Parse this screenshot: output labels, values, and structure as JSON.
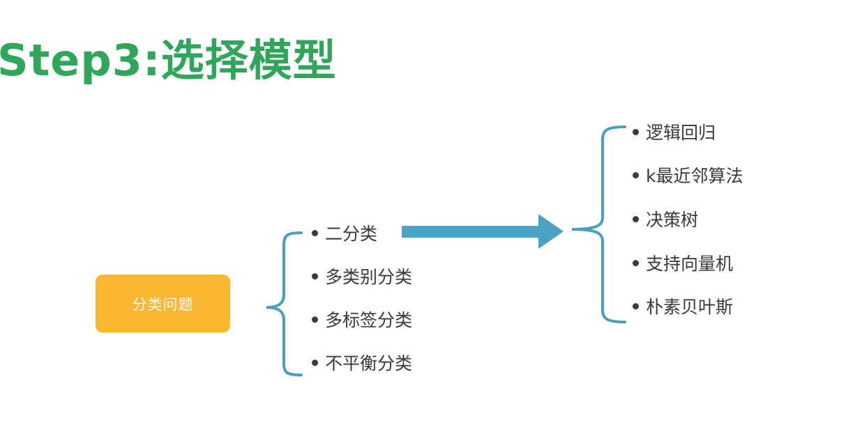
{
  "title": "Step3:选择模型",
  "root": {
    "label": "分类问题"
  },
  "problem_types": [
    {
      "label": "二分类"
    },
    {
      "label": "多类别分类"
    },
    {
      "label": "多标签分类"
    },
    {
      "label": "不平衡分类"
    }
  ],
  "models": [
    {
      "label": "逻辑回归"
    },
    {
      "label": "k最近邻算法"
    },
    {
      "label": "决策树"
    },
    {
      "label": "支持向量机"
    },
    {
      "label": "朴素贝叶斯"
    }
  ],
  "colors": {
    "title": "#2fa65a",
    "root_fill": "#fbb731",
    "connector": "#4a9fbf",
    "arrow": "#4aa3c2",
    "text": "#3a3a3a"
  }
}
